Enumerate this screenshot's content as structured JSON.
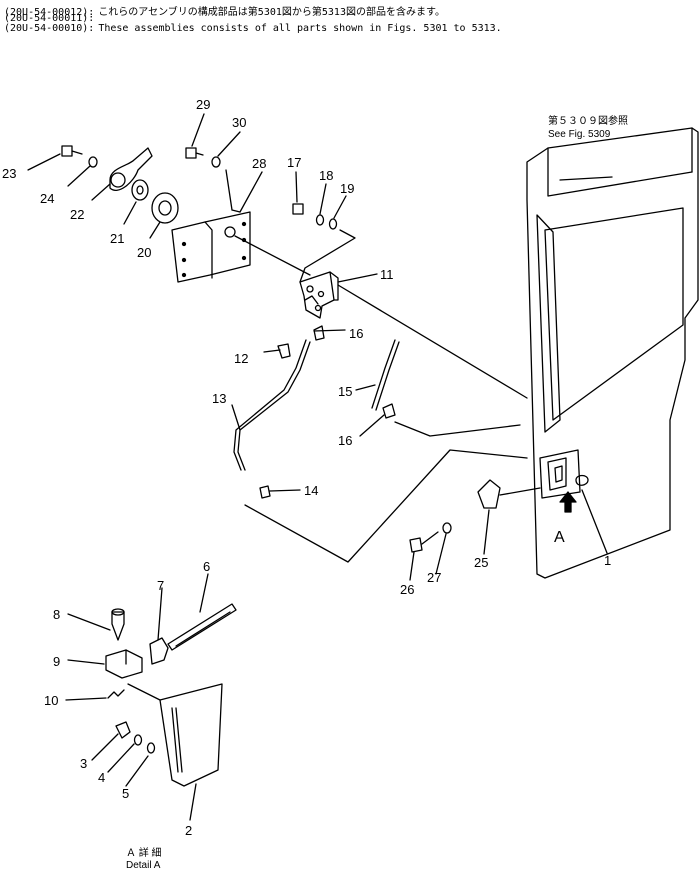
{
  "header": [
    {
      "code": "(20U-54-00012):",
      "note": "これらのアセンブリの構成部品は第5301図から第5313図の部品を含みます。"
    },
    {
      "code": "(20U-54-00011):",
      "note": ""
    },
    {
      "code": "(20U-54-00010):",
      "note": "These assemblies consists of all parts shown in Figs. 5301 to 5313."
    }
  ],
  "reference_note": {
    "jp": "第５３０９図参照",
    "en": "See Fig. 5309"
  },
  "detail_label": {
    "jp": "Ａ 詳 細",
    "en": "Detail A",
    "letter": "A"
  },
  "callouts": [
    "1",
    "2",
    "3",
    "4",
    "5",
    "6",
    "7",
    "8",
    "9",
    "10",
    "11",
    "12",
    "13",
    "14",
    "15",
    "16",
    "16",
    "17",
    "18",
    "19",
    "20",
    "21",
    "22",
    "23",
    "24",
    "25",
    "26",
    "27",
    "28",
    "29",
    "30"
  ]
}
